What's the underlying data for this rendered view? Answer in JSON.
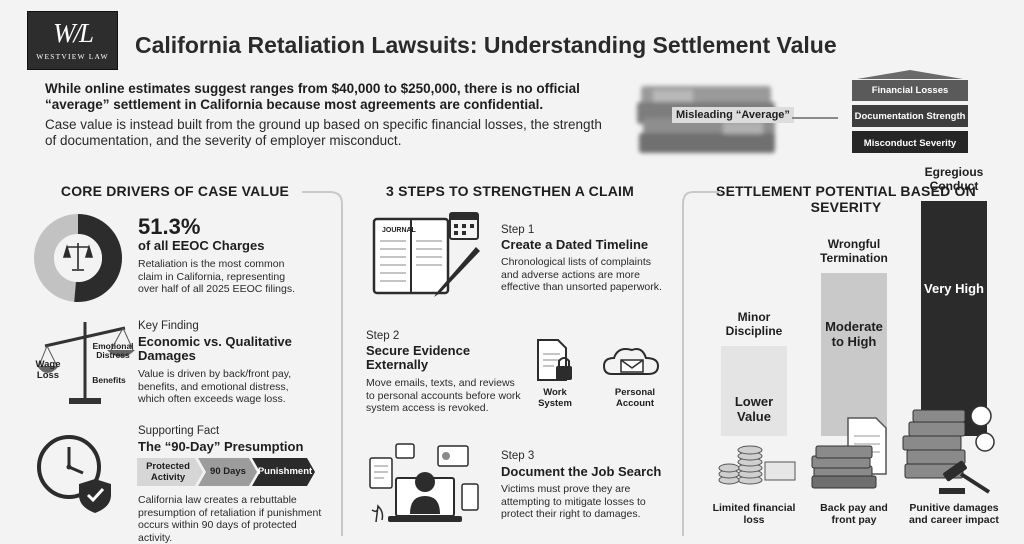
{
  "logo": {
    "monogram": "W/L",
    "firm_name": "WESTVIEW LAW"
  },
  "title": "California Retaliation Lawsuits: Understanding Settlement Value",
  "intro": {
    "bold": "While online estimates suggest ranges from $40,000 to $250,000, there is no official “average” settlement in California because most agreements are confidential.",
    "regular": "Case value is instead built from the ground up based on specific financial losses, the strength of documentation, and the severity of employer misconduct."
  },
  "misleading_label": "Misleading “Average”",
  "pyramid": [
    "Financial Losses",
    "Documentation Strength",
    "Misconduct Severity"
  ],
  "col1": {
    "heading": "CORE DRIVERS OF CASE VALUE",
    "stat": {
      "value": "51.3%",
      "label": "of all EEOC Charges",
      "desc": "Retaliation is the most common claim in California, representing over half of all 2025 EEOC filings.",
      "fraction": 0.513
    },
    "finding": {
      "kicker": "Key Finding",
      "title": "Economic vs. Qualitative Damages",
      "desc": "Value is driven by back/front pay, benefits, and emotional distress, which often exceeds wage loss.",
      "scale_left": "Wage Loss",
      "scale_right_top": "Emotional Distress",
      "scale_right_bottom": "Benefits"
    },
    "fact": {
      "kicker": "Supporting Fact",
      "title": "The “90-Day” Presumption",
      "steps": [
        "Protected Activity",
        "90 Days",
        "Punishment"
      ],
      "desc": "California law creates a rebuttable presumption of retaliation if punishment occurs within 90 days of protected activity."
    }
  },
  "col2": {
    "heading": "3 STEPS TO STRENGTHEN A CLAIM",
    "journal_label": "JOURNAL",
    "steps": [
      {
        "kicker": "Step 1",
        "title": "Create a Dated Timeline",
        "desc": "Chronological lists of complaints and adverse actions are more effective than unsorted paperwork."
      },
      {
        "kicker": "Step 2",
        "title": "Secure Evidence Externally",
        "desc": "Move emails, texts, and reviews to personal accounts before work system access is revoked."
      },
      {
        "kicker": "Step 3",
        "title": "Document the Job Search",
        "desc": "Victims must prove they are attempting to mitigate losses to protect their right to damages."
      }
    ],
    "evidence_labels": [
      "Work System",
      "Personal Account"
    ]
  },
  "col3": {
    "heading": "SETTLEMENT POTENTIAL BASED ON SEVERITY",
    "bars": [
      {
        "label": "Minor Discipline",
        "inner": "Lower Value",
        "foot": "Limited financial loss",
        "level": 1,
        "color": "#e4e4e4",
        "text_color": "#1e1e1e"
      },
      {
        "label": "Wrongful Termination",
        "inner": "Moderate to High",
        "foot": "Back pay and front pay",
        "level": 2,
        "color": "#c9c9c9",
        "text_color": "#1e1e1e"
      },
      {
        "label": "Egregious Conduct",
        "inner": "Very High",
        "foot": "Punitive damages and career impact",
        "level": 3,
        "color": "#2b2b2b",
        "text_color": "#ffffff"
      }
    ]
  }
}
